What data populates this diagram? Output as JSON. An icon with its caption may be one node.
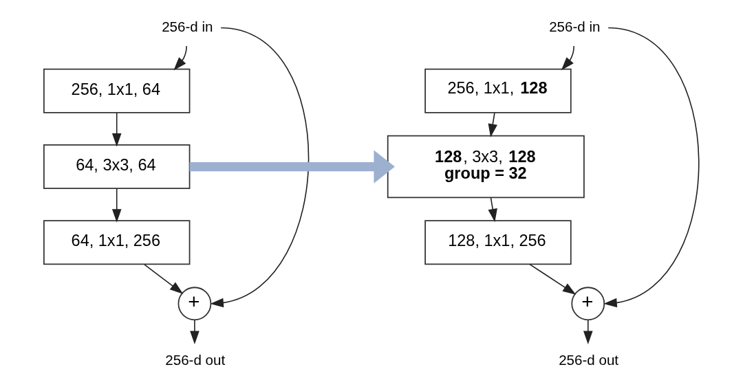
{
  "diagram": {
    "nodes": [
      {
        "text": [
          "256-d in"
        ]
      },
      {
        "text": [
          "256, 1x1, 64"
        ]
      },
      {
        "text": [
          "64, 3x3, 64"
        ]
      },
      {
        "text": [
          "64, 1x1, 256"
        ]
      },
      {
        "text": [
          "+"
        ]
      },
      {
        "text": [
          "256-d out"
        ]
      },
      {
        "text": [
          "256-d in"
        ]
      },
      {
        "text": [
          "256, 1x1, **128**"
        ]
      },
      {
        "text": [
          "**128**, 3x3, **128**",
          "group = 32"
        ]
      },
      {
        "text": [
          "128, 1x1, 256"
        ]
      },
      {
        "text": [
          "+"
        ]
      },
      {
        "text": [
          "256-d out"
        ]
      }
    ],
    "edges": [
      {
        "from": 0,
        "to": 1,
        "arrow": "to"
      },
      {
        "from": 1,
        "to": 2,
        "arrow": "to"
      },
      {
        "from": 2,
        "to": 3,
        "arrow": "to"
      },
      {
        "from": 3,
        "to": 4,
        "arrow": "to"
      },
      {
        "from": 4,
        "to": 5,
        "arrow": "to"
      },
      {
        "from": 0,
        "to": 4,
        "arrow": "to"
      },
      {
        "from": 2,
        "to": 8,
        "arrow": "to",
        "style": "thick",
        "color": "#9db0d0"
      },
      {
        "from": 6,
        "to": 7,
        "arrow": "to"
      },
      {
        "from": 7,
        "to": 8,
        "arrow": "to"
      },
      {
        "from": 8,
        "to": 9,
        "arrow": "to"
      },
      {
        "from": 9,
        "to": 10,
        "arrow": "to"
      },
      {
        "from": 10,
        "to": 11,
        "arrow": "to"
      },
      {
        "from": 6,
        "to": 10,
        "arrow": "to"
      }
    ]
  }
}
